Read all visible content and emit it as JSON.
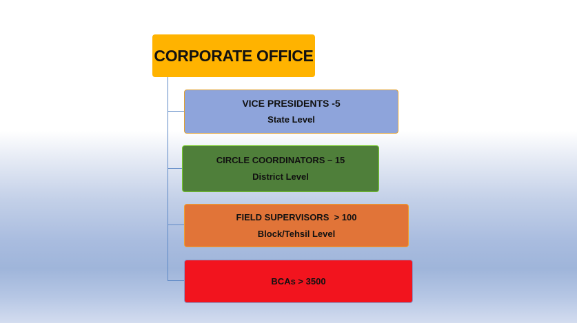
{
  "root": {
    "label": "CORPORATE OFFICE",
    "color": "#FFB300"
  },
  "children": [
    {
      "line1": "VICE PRESIDENTS -5",
      "line2": "State Level",
      "color": "#8EA4DB",
      "border": "#E0A030"
    },
    {
      "line1": "CIRCLE COORDINATORS – 15",
      "line2": "District Level",
      "color": "#4F7F3A",
      "border": "#7ACC2E"
    },
    {
      "line1": "FIELD SUPERVISORS  > 100",
      "line2": "Block/Tehsil Level",
      "color": "#E17438",
      "border": "#F0A030"
    },
    {
      "line1": "BCAs > 3500",
      "line2": "",
      "color": "#F2141E",
      "border": "#8899C8"
    }
  ],
  "connector_color": "#5B87C5"
}
